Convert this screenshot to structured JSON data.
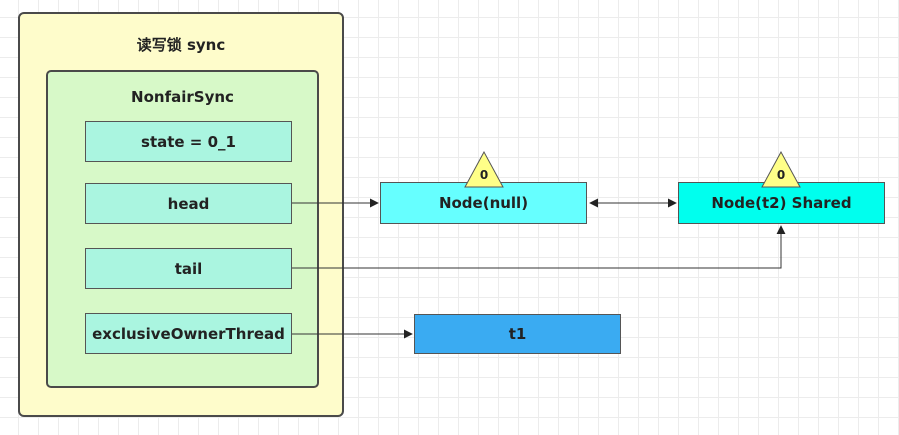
{
  "outer": {
    "title": "读写锁 sync"
  },
  "inner": {
    "title": "NonfairSync"
  },
  "fields": {
    "state": "state = 0_1",
    "head": "head",
    "tail": "tail",
    "owner": "exclusiveOwnerThread"
  },
  "nodes": {
    "null_node": {
      "label": "Node(null)",
      "badge": "0"
    },
    "t2_node": {
      "label": "Node(t2) Shared",
      "badge": "0"
    },
    "t1": {
      "label": "t1"
    }
  },
  "colors": {
    "outer_fill": "#fefccb",
    "inner_fill": "#d7f9c8",
    "field_fill": "#aaf5e0",
    "node_null_fill": "#66ffff",
    "node_t2_fill": "#00ffee",
    "t1_fill": "#3aabf2",
    "badge_fill": "#ffff88"
  }
}
